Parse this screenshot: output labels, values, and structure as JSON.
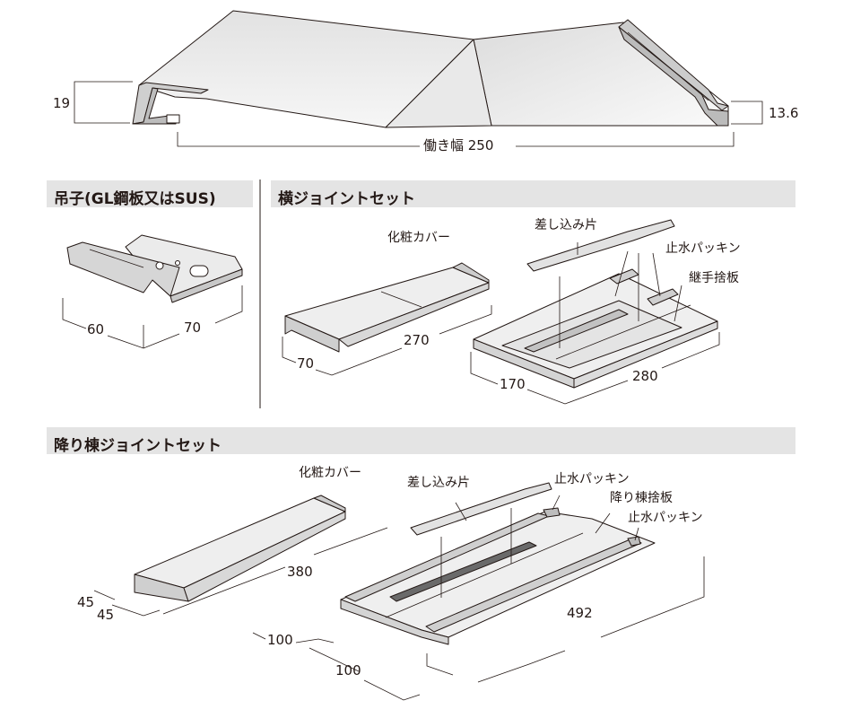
{
  "profile": {
    "height_left": "19",
    "height_right": "13.6",
    "working_width": "働き幅 250"
  },
  "sections": {
    "clip": {
      "title": "吊子(GL鋼板又はSUS)",
      "dims": [
        "60",
        "70"
      ]
    },
    "horizontal_joint": {
      "title": "横ジョイントセット",
      "labels": [
        "化粧カバー",
        "差し込み片",
        "止水パッキン",
        "継手捨板"
      ],
      "dims": [
        "270",
        "70",
        "280",
        "170"
      ]
    },
    "hip_joint": {
      "title": "降り棟ジョイントセット",
      "labels": [
        "化粧カバー",
        "差し込み片",
        "止水パッキン",
        "降り棟捨板",
        "止水パッキン"
      ],
      "dims": [
        "380",
        "45",
        "45",
        "100",
        "100",
        "492"
      ]
    }
  },
  "colors": {
    "line": "#231815",
    "panel": "#eeeeee",
    "panel_dark": "#d2d2d2",
    "header_bg": "#e4e4e4"
  }
}
